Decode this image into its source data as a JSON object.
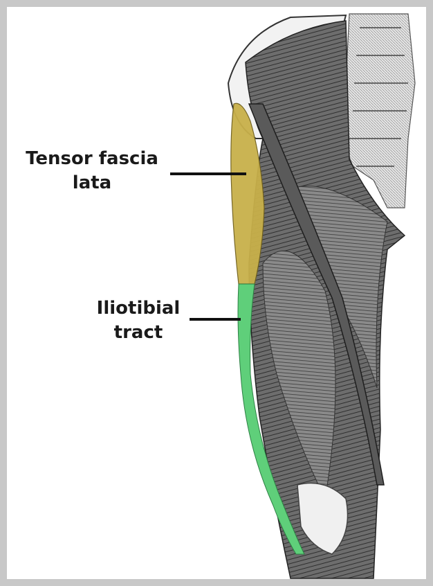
{
  "labels": {
    "tensor_fascia_lata": {
      "line1": "Tensor fascia",
      "line2": "lata"
    },
    "iliotibial_tract": {
      "line1": "Iliotibial",
      "line2": "tract"
    }
  },
  "colors": {
    "tensor_fascia_lata": "#c8b04a",
    "iliotibial_tract": "#5fcf7a",
    "muscle_dark": "#4a4a4a",
    "muscle_mid": "#7a7a7a",
    "bone": "#e2e2e2",
    "frame": "#c8c8c8"
  },
  "icons": [
    "thigh-muscle-illustration"
  ]
}
